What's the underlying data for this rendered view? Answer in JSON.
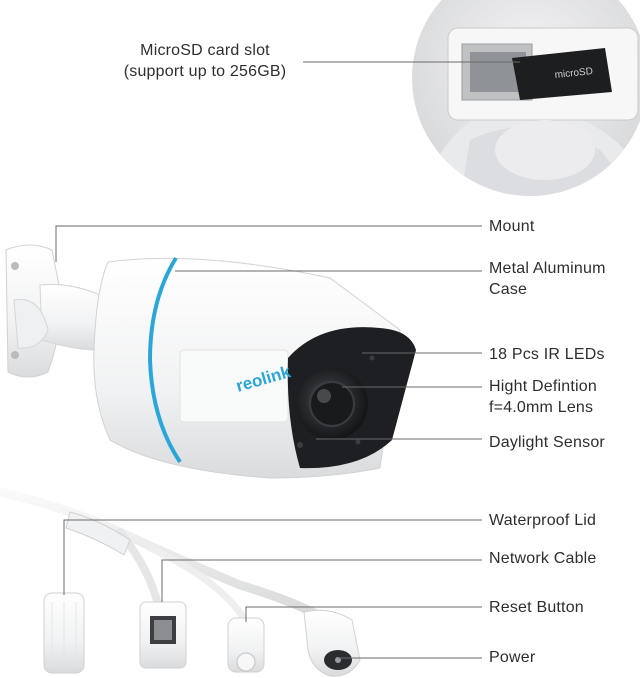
{
  "brand": "reolink",
  "sd_slot": {
    "line1": "MicroSD card slot",
    "line2": "(support up to 256GB)"
  },
  "callouts": {
    "mount": "Mount",
    "case_line1": "Metal Aluminum",
    "case_line2": "Case",
    "ir": "18 Pcs IR LEDs",
    "lens_line1": "Hight Defintion",
    "lens_line2": "f=4.0mm Lens",
    "daylight": "Daylight Sensor",
    "lid": "Waterproof Lid",
    "network": "Network Cable",
    "reset": "Reset Button",
    "power": "Power"
  },
  "colors": {
    "accent_ring": "#2aa7d8",
    "lead_line": "#6a6a6a",
    "shell": "#f7f8f9",
    "hood_dark": "#1d1f22",
    "inset_bg": "#e6e7e8"
  }
}
